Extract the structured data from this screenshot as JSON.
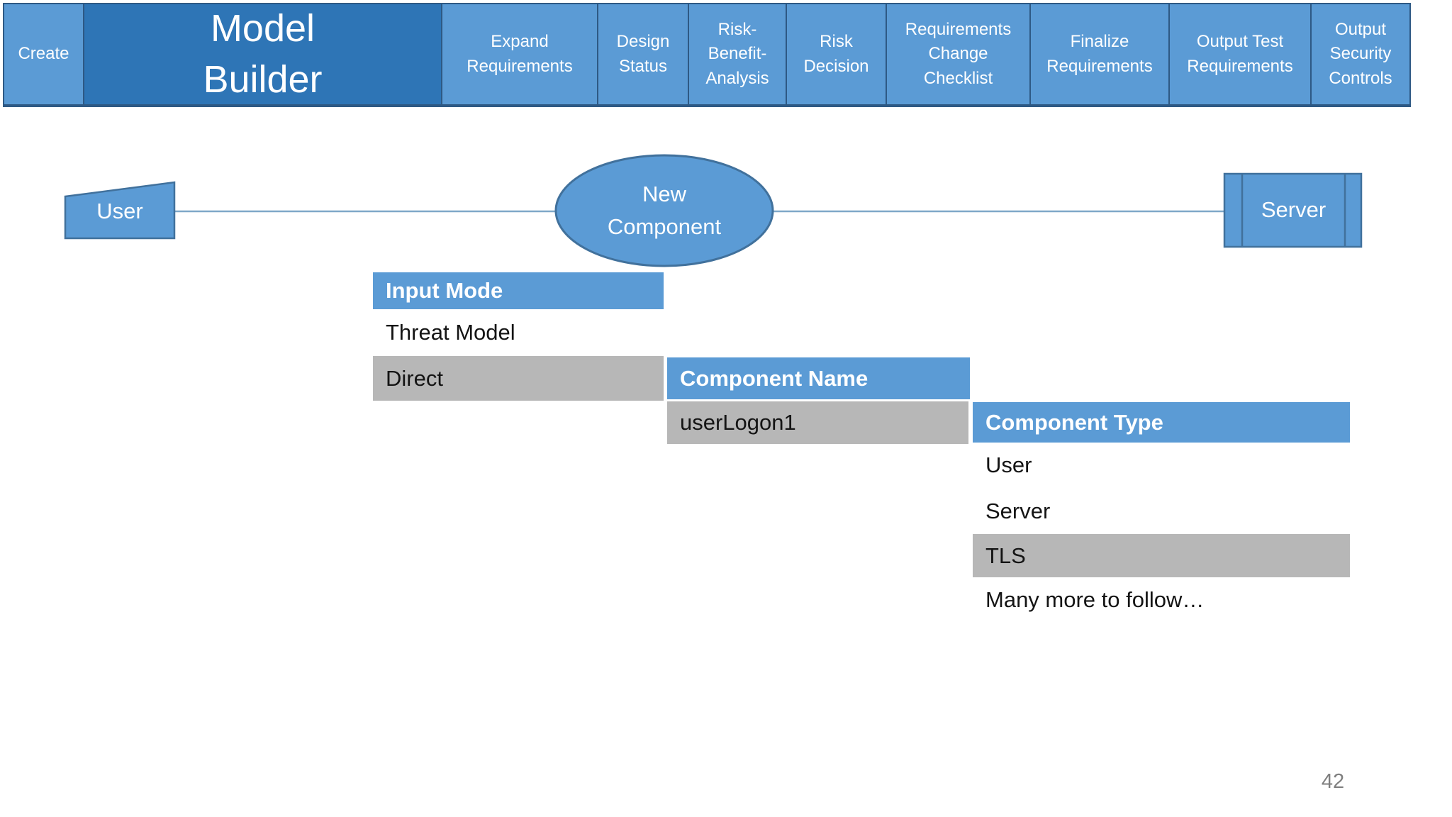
{
  "tab_bar": {
    "tabs": [
      {
        "label": "Create",
        "active": false
      },
      {
        "label": "Model\nBuilder",
        "active": true
      },
      {
        "label": "Expand\nRequirements",
        "active": false
      },
      {
        "label": "Design\nStatus",
        "active": false
      },
      {
        "label": "Risk-\nBenefit-\nAnalysis",
        "active": false
      },
      {
        "label": "Risk\nDecision",
        "active": false
      },
      {
        "label": "Requirements\nChange\nChecklist",
        "active": false
      },
      {
        "label": "Finalize\nRequirements",
        "active": false
      },
      {
        "label": "Output Test\nRequirements",
        "active": false
      },
      {
        "label": "Output\nSecurity\nControls",
        "active": false
      }
    ]
  },
  "diagram": {
    "nodes": [
      {
        "id": "user",
        "label": "User",
        "shape": "slanted-box"
      },
      {
        "id": "new-component",
        "label": "New\nComponent",
        "shape": "ellipse"
      },
      {
        "id": "server",
        "label": "Server",
        "shape": "predefined-process"
      }
    ],
    "connector": {
      "from": "user",
      "to": "server"
    }
  },
  "menus": {
    "input_mode": {
      "header": "Input Mode",
      "items": [
        {
          "label": "Threat Model",
          "highlighted": false
        },
        {
          "label": "Direct",
          "highlighted": true
        }
      ]
    },
    "component_name": {
      "header": "Component Name",
      "items": [
        {
          "label": "userLogon1",
          "highlighted": true
        }
      ]
    },
    "component_type": {
      "header": "Component Type",
      "items": [
        {
          "label": "User",
          "highlighted": false
        },
        {
          "label": "Server",
          "highlighted": false
        },
        {
          "label": "TLS",
          "highlighted": true
        },
        {
          "label": "Many more to follow…",
          "highlighted": false
        }
      ]
    }
  },
  "slide": {
    "page_number": "42"
  },
  "colors": {
    "tab_fill": "#5B9BD5",
    "tab_active_fill": "#2E75B6",
    "tab_border": "#2E5984",
    "shape_fill": "#5B9BD5",
    "shape_stroke": "#41719C",
    "connector": "#7FA8C8",
    "menu_header_bg": "#5B9BD5",
    "highlight_row_bg": "#B7B7B7",
    "page_number_color": "#7F7F7F"
  }
}
